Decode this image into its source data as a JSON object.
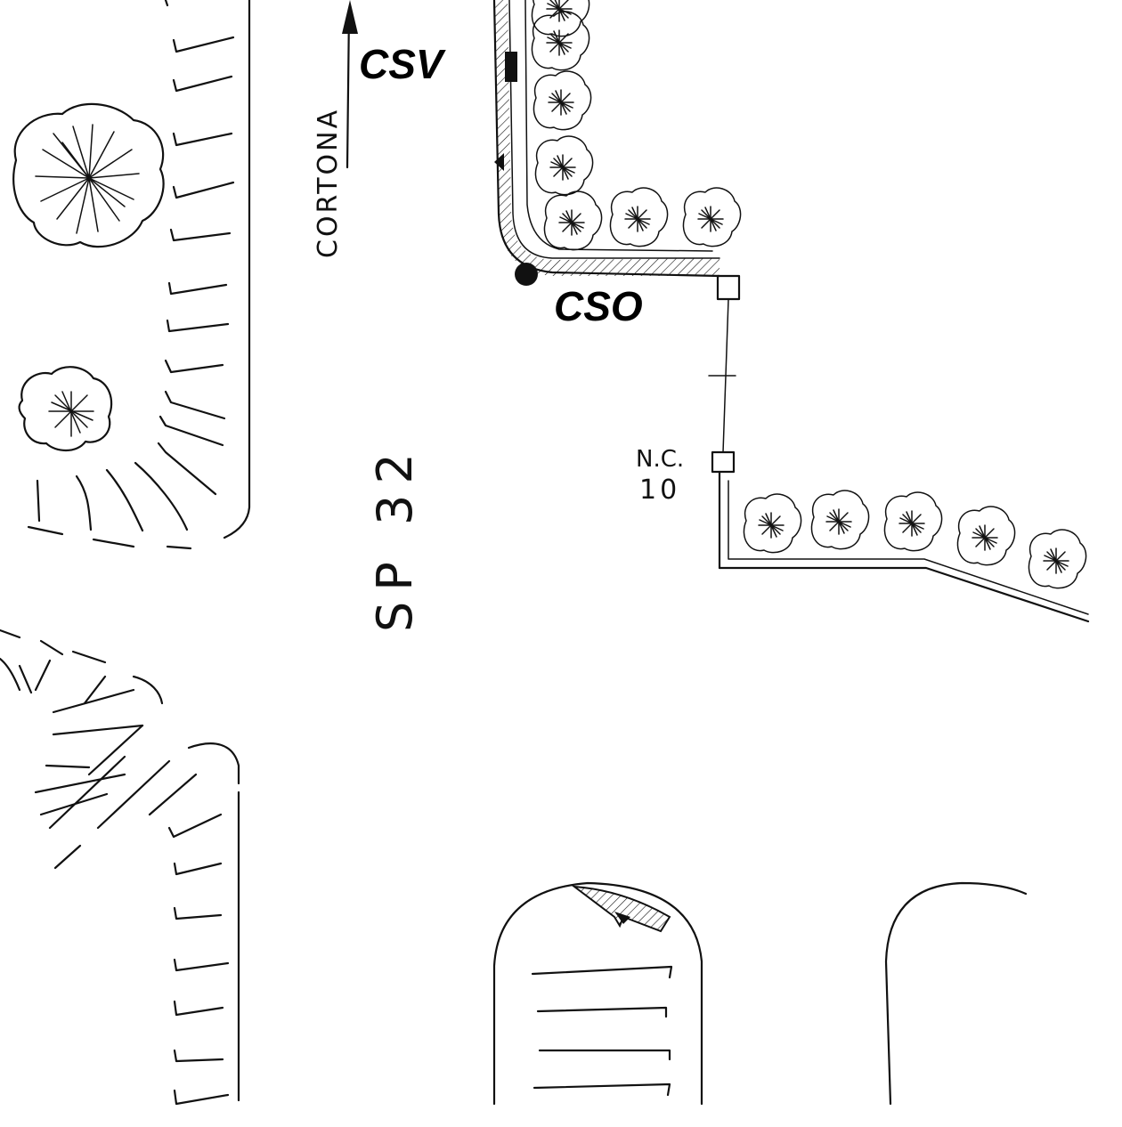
{
  "labels": {
    "csv": "CSV",
    "cso": "CSO",
    "direction": "CORTONA",
    "road": "SP 32",
    "house_number_line1": "N.C.",
    "house_number_line2": "10"
  },
  "icons": {
    "tree": "tree-icon",
    "direction_arrow": "arrow-up-icon",
    "marker_dot": "point-marker-icon",
    "marker_rect": "rect-marker-icon"
  },
  "colors": {
    "ink": "#111111",
    "background": "#ffffff"
  }
}
